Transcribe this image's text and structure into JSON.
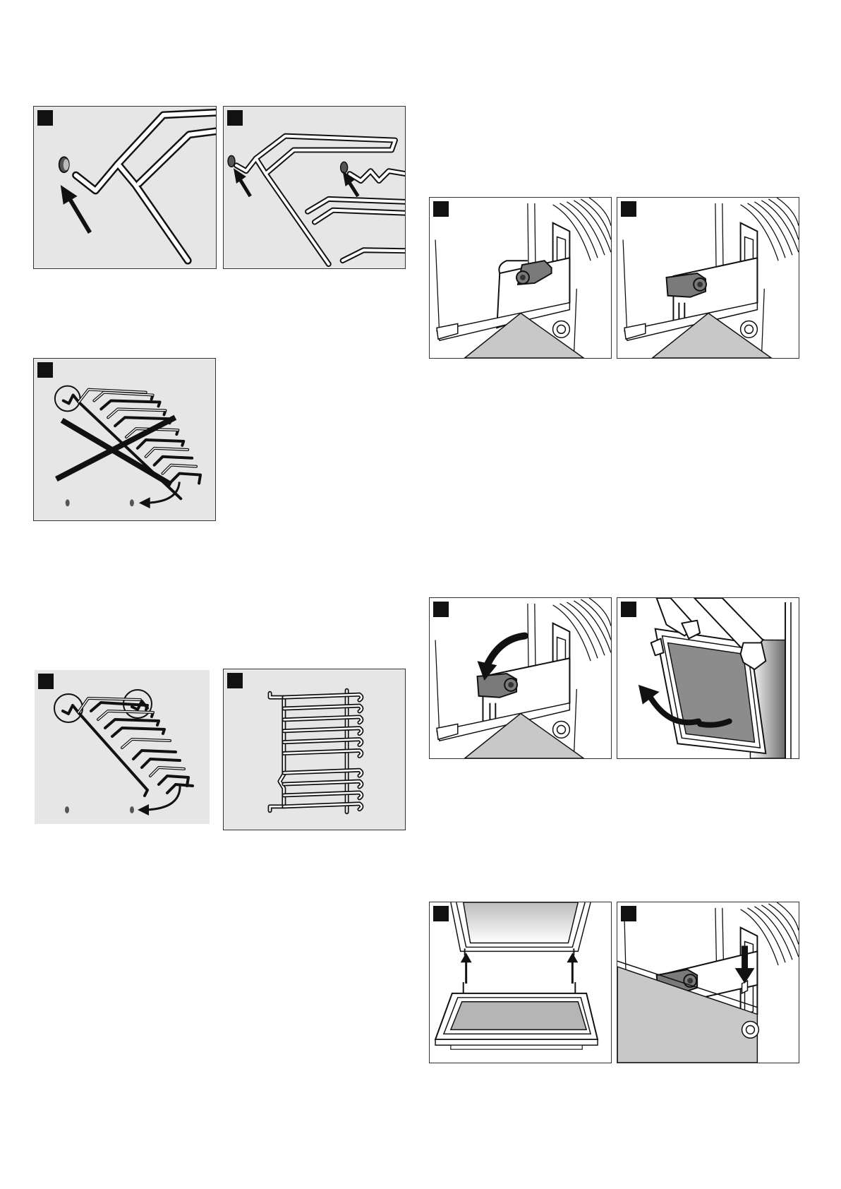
{
  "figures": [
    {
      "id": "fig-hook-insert",
      "kind": "rail-hook-insertion"
    },
    {
      "id": "fig-rail-attach",
      "kind": "rail-attach-both-hooks"
    },
    {
      "id": "fig-rail-wrong",
      "kind": "incorrect-rail-mounting"
    },
    {
      "id": "fig-rail-right",
      "kind": "correct-rail-mounting"
    },
    {
      "id": "fig-rail-front",
      "kind": "rail-front-view"
    },
    {
      "id": "fig-hinge-closed",
      "kind": "hinge-lever-closed"
    },
    {
      "id": "fig-hinge-open",
      "kind": "hinge-lever-open"
    },
    {
      "id": "fig-hinge-fold",
      "kind": "hinge-lever-fold-back"
    },
    {
      "id": "fig-door-remove",
      "kind": "door-lift-out"
    },
    {
      "id": "fig-door-refit",
      "kind": "door-refit-hinges"
    },
    {
      "id": "fig-hinge-lock",
      "kind": "hinge-seat-down"
    }
  ],
  "colors": {
    "panel_grey": "#e6e6e6",
    "part_grey": "#7a7a7a",
    "glass_grey": "#9a9a9a",
    "line": "#1a1a1a"
  }
}
